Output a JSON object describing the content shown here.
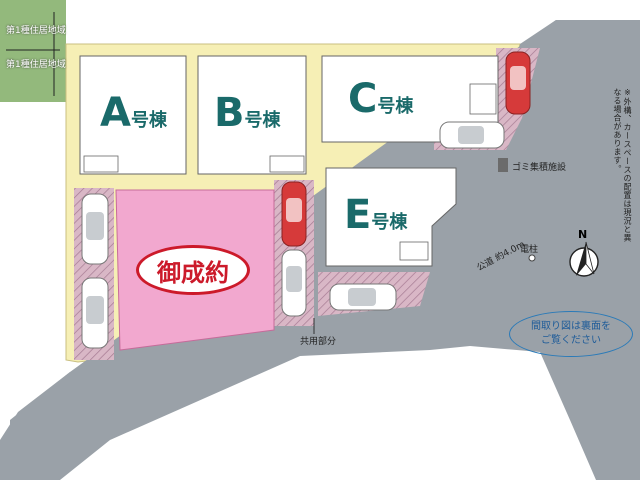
{
  "zones": {
    "upper": "第1種住居地域",
    "lower": "第1種住居地域"
  },
  "buildings": {
    "A": {
      "letter": "A",
      "suffix": "号棟"
    },
    "B": {
      "letter": "B",
      "suffix": "号棟"
    },
    "C": {
      "letter": "C",
      "suffix": "号棟"
    },
    "E": {
      "letter": "E",
      "suffix": "号棟"
    }
  },
  "sold_label": "御成約",
  "shared_area_label": "共用部分",
  "garbage_label": "ゴミ集積施設",
  "pole_label": "電柱",
  "road_width_label": "公道 約4.0m",
  "note_vertical": "※外構、カースペースの配置は現況と異なる場合があります。",
  "floorplan_note": {
    "line1": "間取り図は裏面を",
    "line2": "ご覧ください"
  },
  "north_label": "N",
  "colors": {
    "road": "#9aa1a8",
    "lot": "#f6efb5",
    "building": "#ffffff",
    "parking": "#c7a3b5",
    "sold_lot": "#f2a8cf",
    "accent_red": "#cc1a2a",
    "building_text": "#1a6a6a"
  }
}
